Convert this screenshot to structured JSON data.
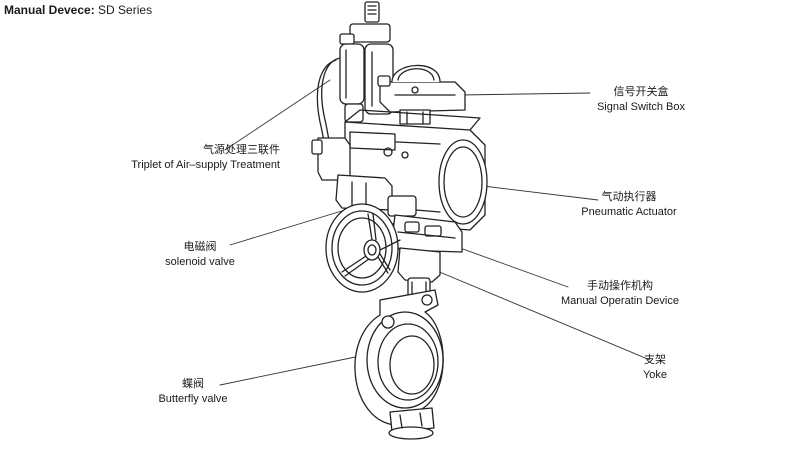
{
  "header": {
    "label": "Manual Devece:",
    "value": "SD Series"
  },
  "callouts": {
    "signal_switch_box": {
      "zh": "信号开关盒",
      "en": "Signal Switch Box"
    },
    "triplet": {
      "zh": "气源处理三联件",
      "en": "Triplet of Air–supply Treatment"
    },
    "pneumatic_actuator": {
      "zh": "气动执行器",
      "en": "Pneumatic Actuator"
    },
    "solenoid_valve": {
      "zh": "电磁阀",
      "en": "solenoid valve"
    },
    "manual_device": {
      "zh": "手动操作机构",
      "en": "Manual Operatin Device"
    },
    "yoke": {
      "zh": "支架",
      "en": "Yoke"
    },
    "butterfly_valve": {
      "zh": "蝶阀",
      "en": "Butterfly valve"
    }
  }
}
